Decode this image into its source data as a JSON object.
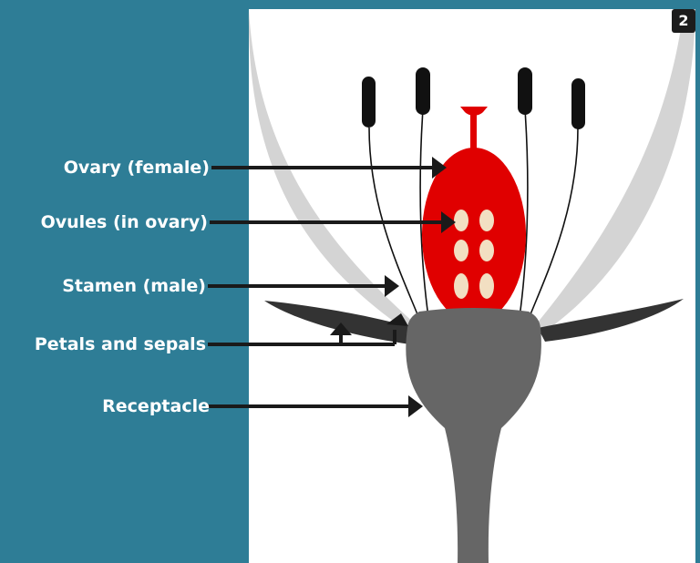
{
  "page_badge": "2",
  "labels": {
    "ovary": "Ovary (female)",
    "ovules": "Ovules (in ovary)",
    "stamen": "Stamen (male)",
    "petals_sepals": "Petals and sepals",
    "receptacle": "Receptacle"
  },
  "colors": {
    "background": "#2e7d96",
    "panel": "#ffffff",
    "ovary": "#e00000",
    "ovules": "#f2dfc2",
    "receptacle": "#666666",
    "petals": "#d4d4d4",
    "sepals": "#333333",
    "anthers": "#111111",
    "label_text": "#ffffff",
    "arrows": "#1a1a1a"
  }
}
